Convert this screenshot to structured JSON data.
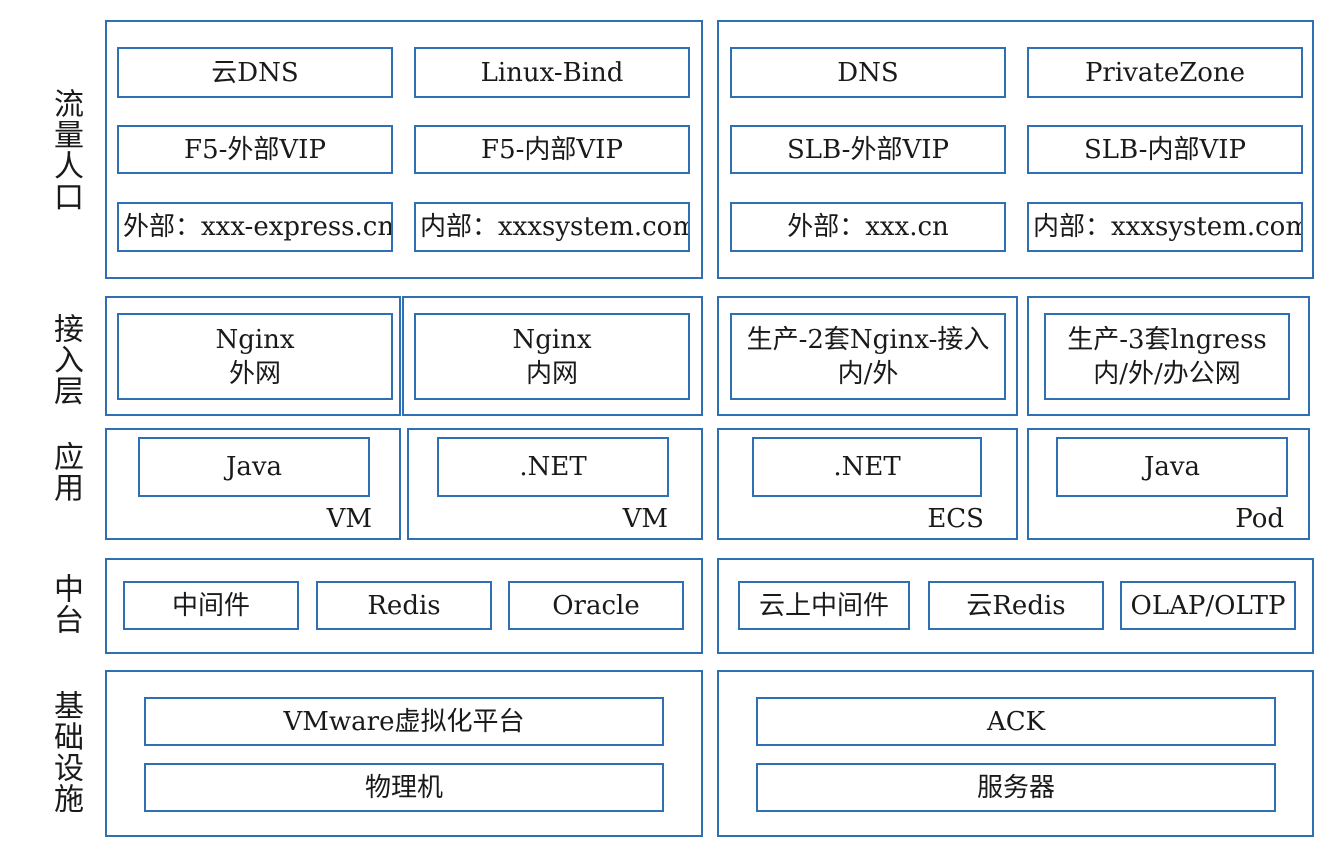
{
  "layers": {
    "traffic_entry": "流量人口",
    "access": "接入层",
    "application": "应用",
    "middle": "中台",
    "infra": "基础设施"
  },
  "traffic": {
    "left": {
      "dns": "云DNS",
      "bind": "Linux-Bind",
      "vip_ext": "F5-外部VIP",
      "vip_int": "F5-内部VIP",
      "domain_ext": "外部：xxx-express.cn",
      "domain_int": "内部：xxxsystem.com"
    },
    "right": {
      "dns": "DNS",
      "private_zone": "PrivateZone",
      "vip_ext": "SLB-外部VIP",
      "vip_int": "SLB-内部VIP",
      "domain_ext": "外部：xxx.cn",
      "domain_int": "内部：xxxsystem.com"
    }
  },
  "access": {
    "c1": {
      "line1": "Nginx",
      "line2": "外网"
    },
    "c2": {
      "line1": "Nginx",
      "line2": "内网"
    },
    "c3": {
      "line1": "生产-2套Nginx-接入",
      "line2": "内/外"
    },
    "c4": {
      "line1": "生产-3套lngress",
      "line2": "内/外/办公网"
    }
  },
  "application": {
    "c1": {
      "app": "Java",
      "host": "VM"
    },
    "c2": {
      "app": ".NET",
      "host": "VM"
    },
    "c3": {
      "app": ".NET",
      "host": "ECS"
    },
    "c4": {
      "app": "Java",
      "host": "Pod"
    }
  },
  "middle": {
    "left": [
      "中间件",
      "Redis",
      "Oracle"
    ],
    "right": [
      "云上中间件",
      "云Redis",
      "OLAP/OLTP"
    ]
  },
  "infra": {
    "left": {
      "virt": "VMware虚拟化平台",
      "physical": "物理机"
    },
    "right": {
      "platform": "ACK",
      "servers": "服务器"
    }
  },
  "colors": {
    "border": "#2f6fb3"
  }
}
